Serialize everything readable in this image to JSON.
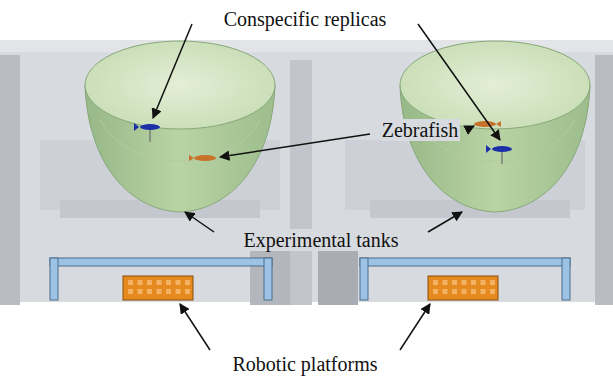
{
  "diagram": {
    "labels": [
      "Conspecific replicas",
      "Zebrafish",
      "Experimental tanks",
      "Robotic platforms"
    ]
  }
}
